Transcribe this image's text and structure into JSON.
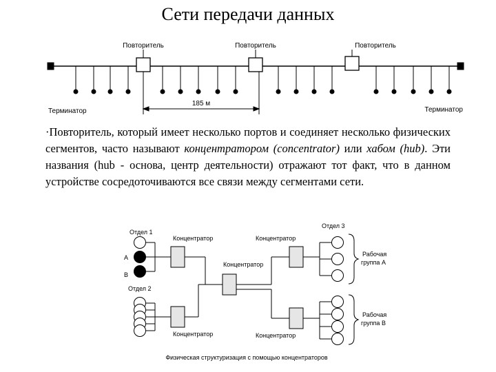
{
  "title": "Сети передачи данных",
  "top_diagram": {
    "repeater_labels": [
      "Повторитель",
      "Повторитель",
      "Повторитель"
    ],
    "terminator_left": "Терминатор",
    "terminator_right": "Терминатор",
    "distance": "185 м"
  },
  "paragraph": {
    "bullet": "·",
    "part1": "Повторитель, который имеет несколько портов и соединяет несколько физических сегментов, часто называют ",
    "concentrator_word": "концентратором",
    "space1": " ",
    "concentrator_en": "(concentrator)",
    "or": " или ",
    "hub_word": "хабом",
    "space2": " ",
    "hub_en": "(hub)",
    "part2": ". Эти названия (hub - основа, центр деятельности) отражают тот факт, что в данном устройстве сосредоточиваются все связи между сегментами сети."
  },
  "bottom_diagram": {
    "dept1": "Отдел 1",
    "dept2": "Отдел 2",
    "dept3": "Отдел 3",
    "node_a": "A",
    "node_b": "B",
    "hub_top_left": "Концентратор",
    "hub_top_right": "Концентратор",
    "hub_center": "Концентратор",
    "hub_bottom_left": "Концентратор",
    "hub_bottom_right": "Концентратор",
    "group_a_line1": "Рабочая",
    "group_a_line2": "группа А",
    "group_b_line1": "Рабочая",
    "group_b_line2": "группа В",
    "caption": "Физическая структуризация с помощью концентраторов"
  }
}
